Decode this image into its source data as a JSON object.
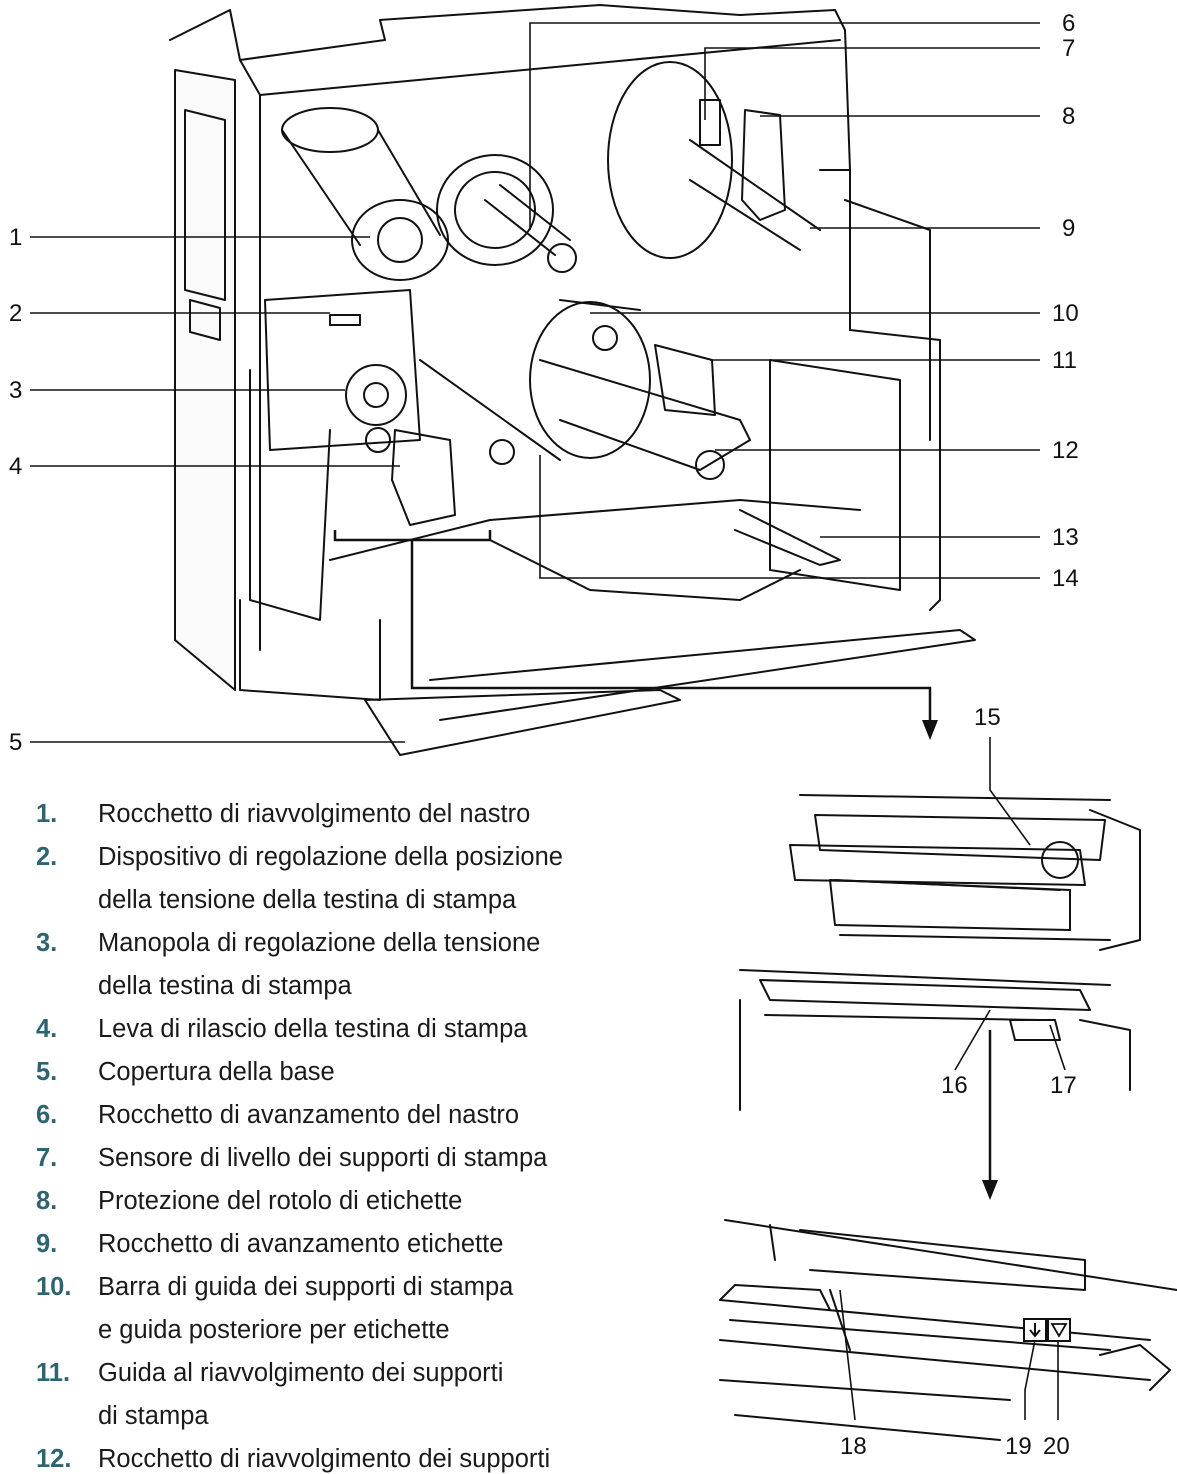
{
  "callouts": [
    "1",
    "2",
    "3",
    "4",
    "5",
    "6",
    "7",
    "8",
    "9",
    "10",
    "11",
    "12",
    "13",
    "14",
    "15",
    "16",
    "17",
    "18",
    "19",
    "20"
  ],
  "legend": [
    {
      "num": "1.",
      "lines": [
        "Rocchetto di riavvolgimento del nastro"
      ]
    },
    {
      "num": "2.",
      "lines": [
        "Dispositivo di regolazione della posizione",
        "della tensione della testina di stampa"
      ]
    },
    {
      "num": "3.",
      "lines": [
        "Manopola di regolazione della tensione",
        "della testina di stampa"
      ]
    },
    {
      "num": "4.",
      "lines": [
        "Leva di rilascio della testina di stampa"
      ]
    },
    {
      "num": "5.",
      "lines": [
        "Copertura della base"
      ]
    },
    {
      "num": "6.",
      "lines": [
        "Rocchetto di avanzamento del nastro"
      ]
    },
    {
      "num": "7.",
      "lines": [
        "Sensore di livello dei supporti di stampa"
      ]
    },
    {
      "num": "8.",
      "lines": [
        "Protezione del rotolo di etichette"
      ]
    },
    {
      "num": "9.",
      "lines": [
        "Rocchetto di avanzamento etichette"
      ]
    },
    {
      "num": "10.",
      "lines": [
        "Barra di guida dei supporti di stampa",
        "e guida posteriore per etichette"
      ]
    },
    {
      "num": "11.",
      "lines": [
        "Guida al riavvolgimento dei supporti",
        "di stampa"
      ]
    },
    {
      "num": "12.",
      "lines": [
        "Rocchetto di riavvolgimento dei supporti"
      ]
    }
  ],
  "colors": {
    "legend_number": "#2e6472",
    "line": "#111111"
  },
  "icons": [
    "down-arrow-icon",
    "triangle-down-icon"
  ]
}
